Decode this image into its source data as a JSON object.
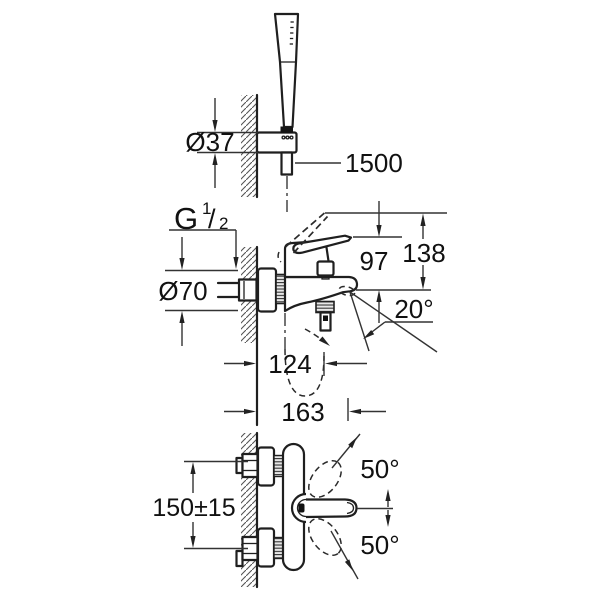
{
  "colors": {
    "ink": "#1f1f1f",
    "dimension_lines": "#333333",
    "background": "#ffffff"
  },
  "views": {
    "hand_shower": {
      "bracket_diameter": "Ø37",
      "hose_length": "1500"
    },
    "mixer_side": {
      "thread_g": "G",
      "thread_num": "1",
      "thread_slash": "/",
      "thread_den": "2",
      "escutcheon_diameter": "Ø70",
      "lever_height": "97",
      "open_lever_height": "138",
      "spout_angle": "20°",
      "shower_outlet_depth": "124",
      "spout_depth": "163"
    },
    "mixer_top": {
      "connection_distance": "150±15",
      "swing_upper": "50°",
      "swing_lower": "50°"
    }
  }
}
